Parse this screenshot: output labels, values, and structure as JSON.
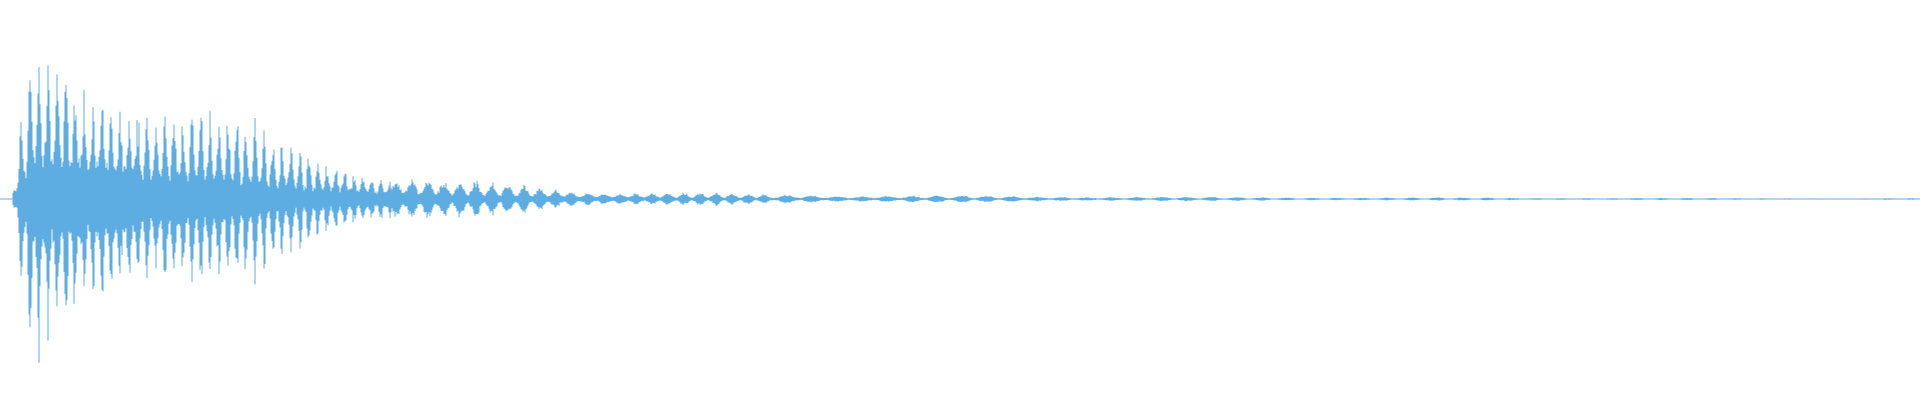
{
  "chart_data": {
    "type": "area",
    "title": "",
    "xlabel": "",
    "ylabel": "",
    "grid": false,
    "legend": "none",
    "ylim": [
      -1,
      1
    ],
    "color": "#5DADE2",
    "background": "#ffffff",
    "envelope_x": [
      0,
      0.01,
      0.02,
      0.05,
      0.08,
      0.1,
      0.13,
      0.16,
      0.2,
      0.23,
      0.27,
      0.3,
      0.35,
      0.4,
      0.5,
      0.6,
      0.7,
      0.8,
      0.9,
      1.0
    ],
    "envelope_peak": [
      0.0,
      0.85,
      0.8,
      0.7,
      0.58,
      0.5,
      0.38,
      0.25,
      0.14,
      0.1,
      0.07,
      0.045,
      0.035,
      0.025,
      0.018,
      0.012,
      0.009,
      0.007,
      0.005,
      0.004
    ]
  }
}
